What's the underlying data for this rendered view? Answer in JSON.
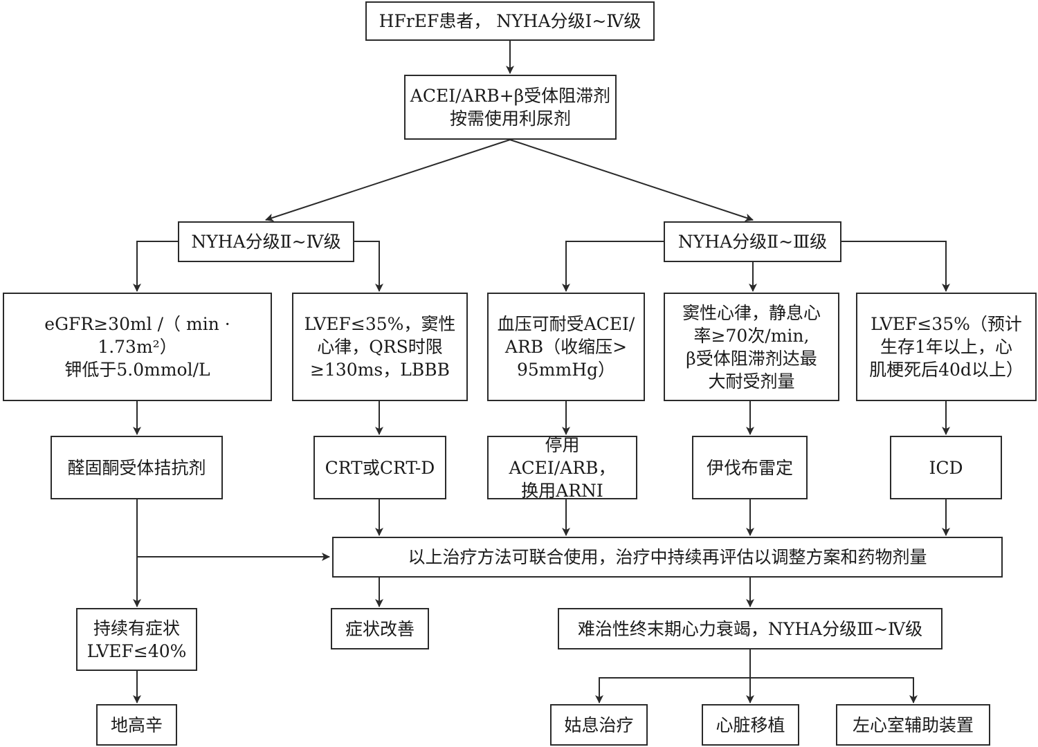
{
  "nodes": {
    "start": "HFrEF患者， NYHA分级Ⅰ~Ⅳ级",
    "first_line": "ACEI/ARB+β受体阻滞剂\n按需使用利尿剂",
    "nyha_2_4": "NYHA分级Ⅱ~Ⅳ级",
    "nyha_2_3": "NYHA分级Ⅱ~Ⅲ级",
    "cond_egfr": "eGFR≥30ml /（ min · 1.73m²）\n钾低于5.0mmol/L",
    "cond_lvef_qrs": "LVEF≤35%，窦性\n心律，QRS时限\n≥130ms，LBBB",
    "cond_bp": "血压可耐受ACEI/\nARB（收缩压>\n95mmHg）",
    "cond_sinus": "窦性心律，静息心\n率≥70次/min,\nβ受体阻滞剂达最\n大耐受剂量",
    "cond_icd": "LVEF≤35%（预计\n生存1年以上，心\n肌梗死后40d以上）",
    "tx_mra": "醛固酮受体拮抗剂",
    "tx_crt": "CRT或CRT-D",
    "tx_arni": "停用ACEI/ARB，\n换用ARNI",
    "tx_ivabradine": "伊伐布雷定",
    "tx_icd": "ICD",
    "combine": "以上治疗方法可联合使用，治疗中持续再评估以调整方案和药物剂量",
    "persistent": "持续有症状\nLVEF≤40%",
    "improved": "症状改善",
    "refractory": "难治性终末期心力衰竭，NYHA分级Ⅲ~Ⅳ级",
    "digoxin": "地高辛",
    "palliative": "姑息治疗",
    "transplant": "心脏移植",
    "lvad": "左心室辅助装置"
  }
}
